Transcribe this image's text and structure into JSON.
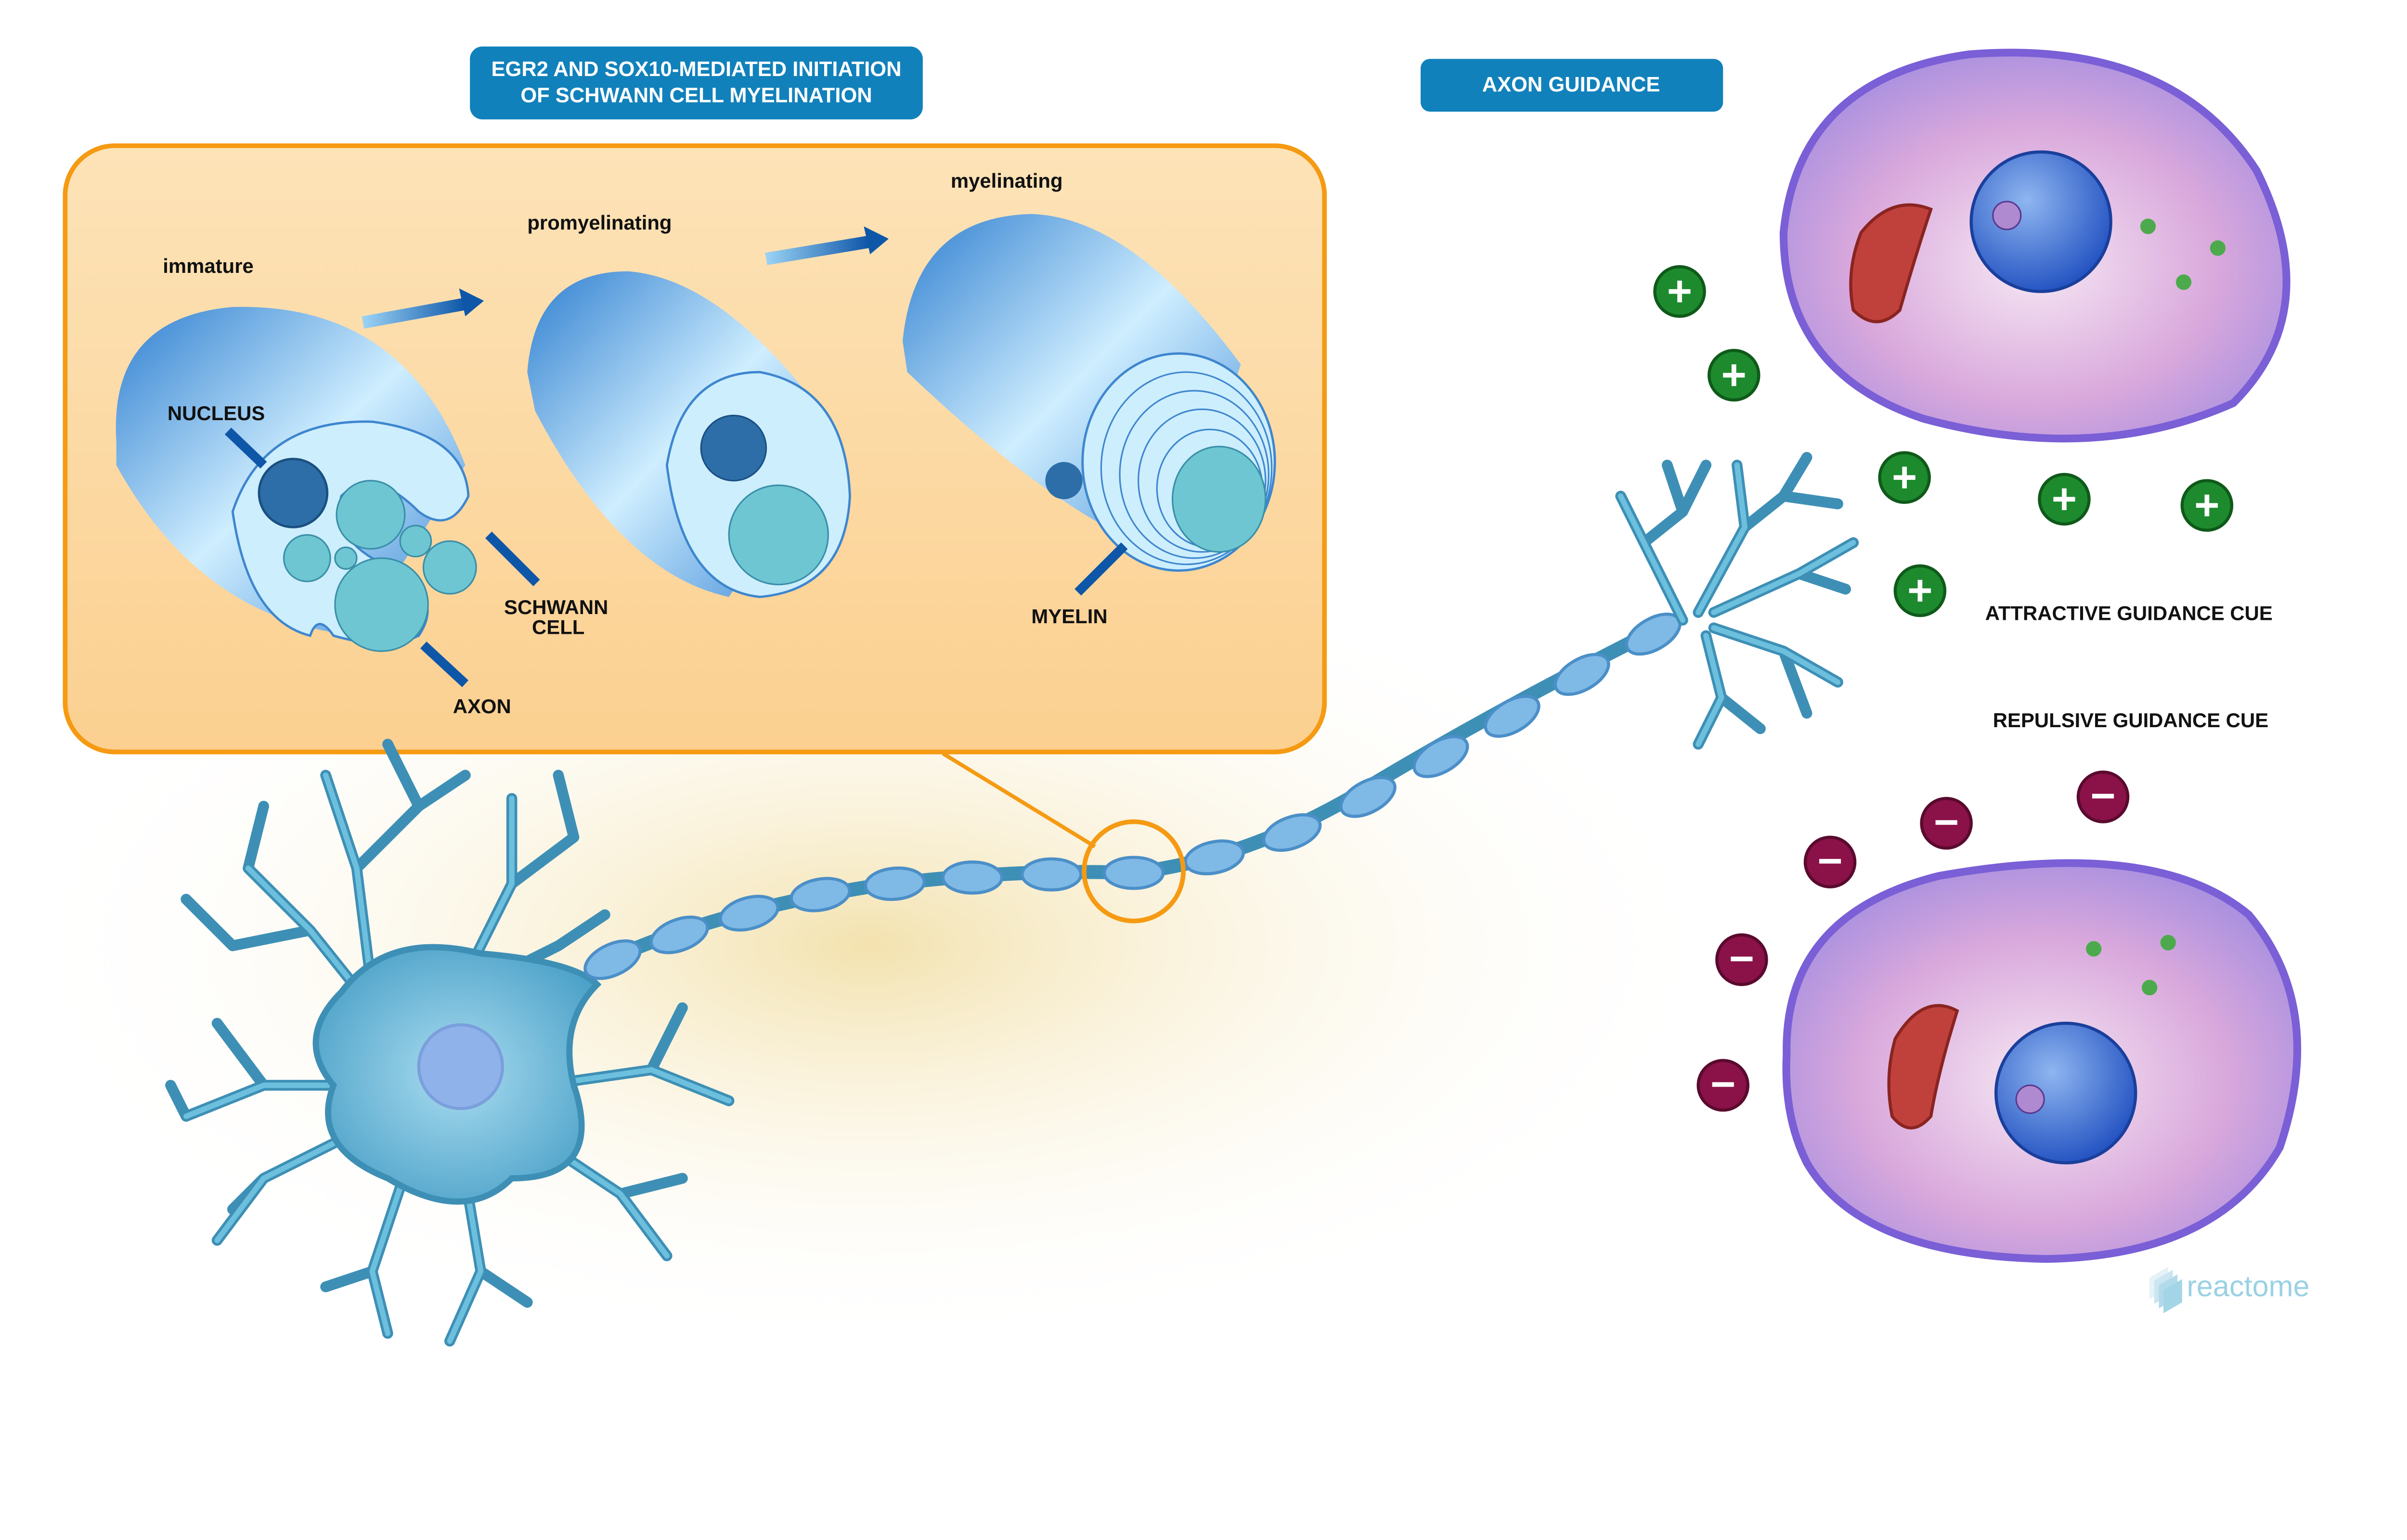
{
  "headers": {
    "myelination_line1": "EGR2 AND SOX10-MEDIATED INITIATION",
    "myelination_line2": "OF SCHWANN CELL MYELINATION",
    "axon_guidance": "AXON GUIDANCE"
  },
  "stages": {
    "immature": "immature",
    "promyelinating": "promyelinating",
    "myelinating": "myelinating"
  },
  "labels": {
    "nucleus": "NUCLEUS",
    "schwann_line1": "SCHWANN",
    "schwann_line2": "CELL",
    "axon": "AXON",
    "myelin": "MYELIN",
    "attractive": "ATTRACTIVE GUIDANCE CUE",
    "repulsive": "REPULSIVE GUIDANCE CUE"
  },
  "logo": {
    "text": "reactome"
  },
  "colors": {
    "header_blue": "#1181bb",
    "panel_border": "#f59a12",
    "attractive_green": "#1e8a2e",
    "repulsive_magenta": "#8a1248"
  }
}
